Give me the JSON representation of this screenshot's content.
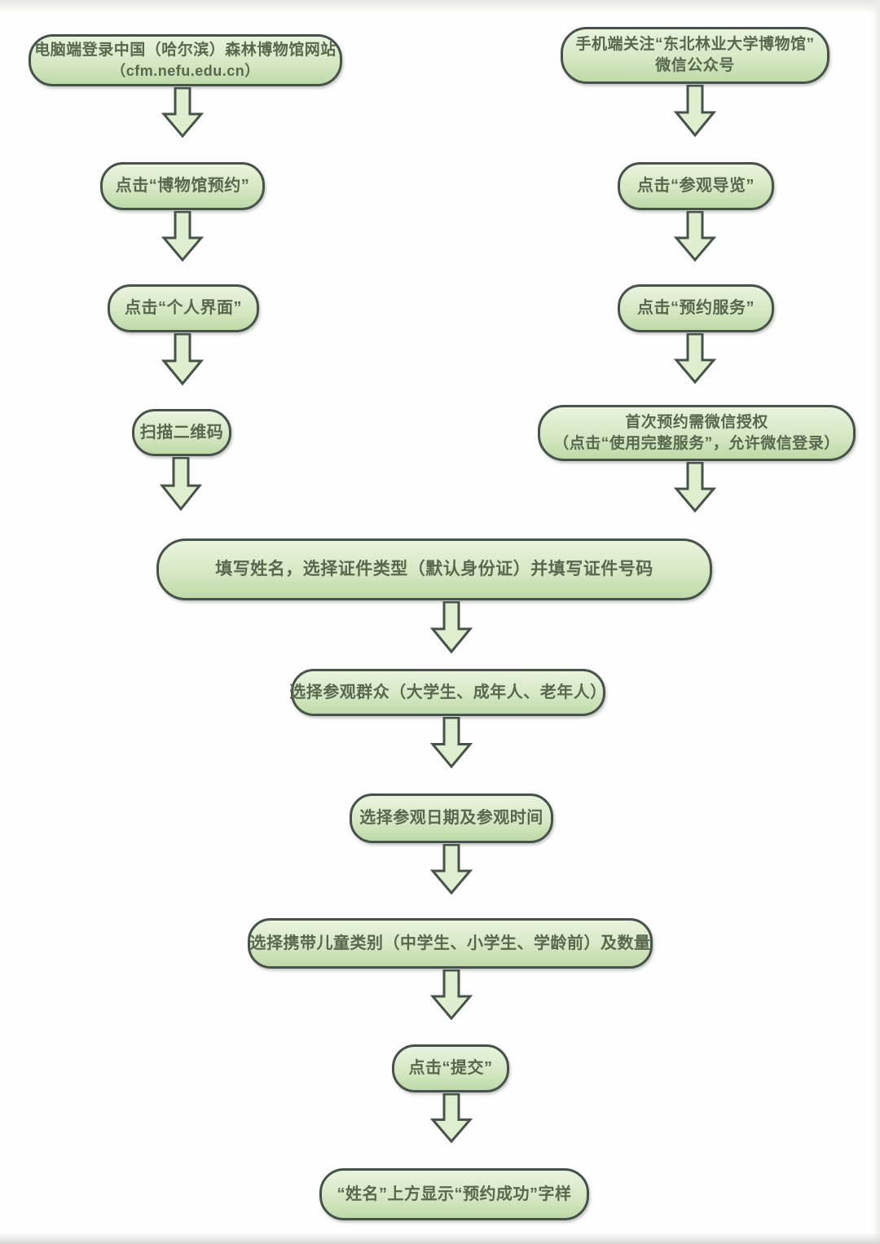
{
  "flowchart": {
    "colors": {
      "box_fill_top": "#e9f3dd",
      "box_fill_bottom": "#bedaa8",
      "box_border": "#47524a",
      "arrow_fill": "#dfeece",
      "text": "#57684f"
    },
    "pc_path": {
      "step1": {
        "line1": "电脑端登录中国（哈尔滨）森林博物馆网站",
        "line2": "（cfm.nefu.edu.cn）"
      },
      "step2": {
        "line1": "点击“博物馆预约”"
      },
      "step3": {
        "line1": "点击“个人界面”"
      },
      "step4": {
        "line1": "扫描二维码"
      }
    },
    "mobile_path": {
      "step1": {
        "line1": "手机端关注“东北林业大学博物馆”",
        "line2": "微信公众号"
      },
      "step2": {
        "line1": "点击“参观导览”"
      },
      "step3": {
        "line1": "点击“预约服务”"
      },
      "step4": {
        "line1": "首次预约需微信授权",
        "line2": "（点击“使用完整服务”，允许微信登录）"
      }
    },
    "merged_path": {
      "step1": {
        "line1": "填写姓名，选择证件类型（默认身份证）并填写证件号码"
      },
      "step2": {
        "line1": "选择参观群众（大学生、成年人、老年人）"
      },
      "step3": {
        "line1": "选择参观日期及参观时间"
      },
      "step4": {
        "line1": "选择携带儿童类别（中学生、小学生、学龄前）及数量"
      },
      "step5": {
        "line1": "点击“提交”"
      },
      "step6": {
        "line1": "“姓名”上方显示“预约成功”字样"
      }
    }
  }
}
